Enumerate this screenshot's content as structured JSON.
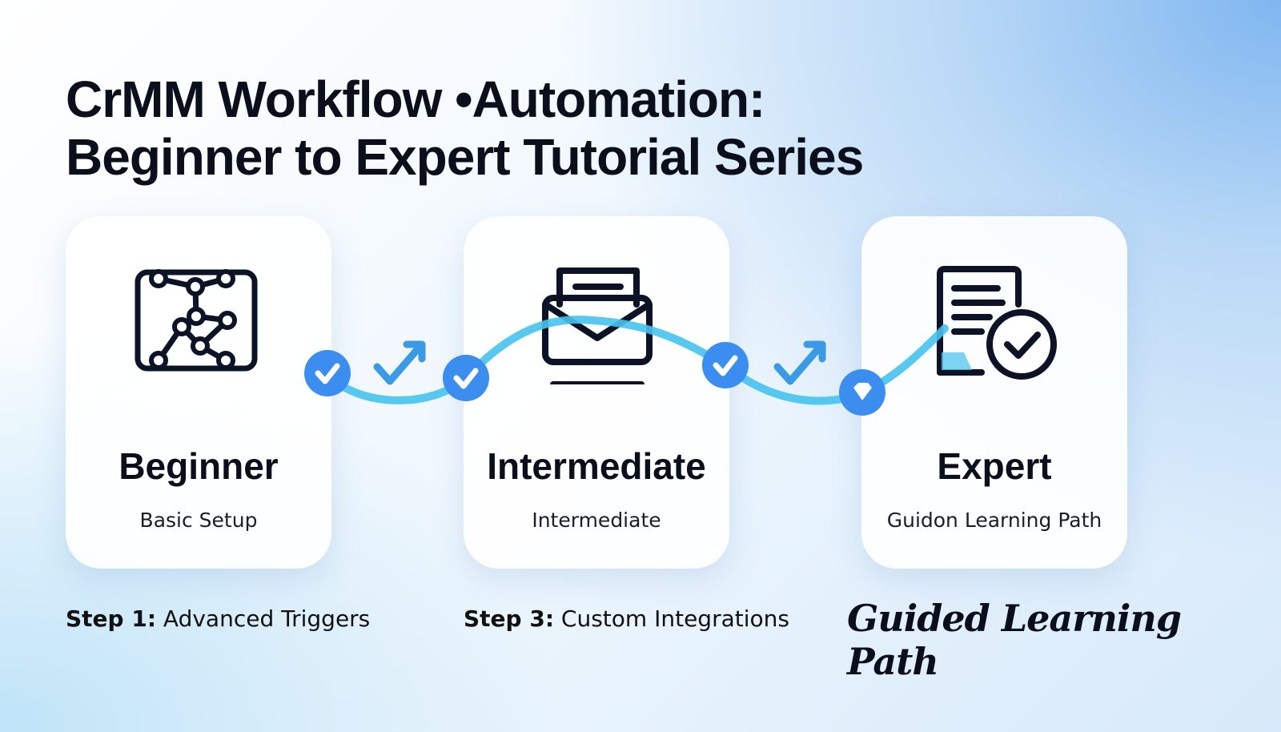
{
  "title": {
    "line1": "CrMM Workflow •Automation:",
    "line2": "Beginner to Expert Tutorial Series"
  },
  "cards": [
    {
      "name": "Beginner",
      "subtitle": "Basic Setup",
      "icon": "workflow-network-icon"
    },
    {
      "name": "Intermediate",
      "subtitle": "Intermediate",
      "icon": "envelope-icon"
    },
    {
      "name": "Expert",
      "subtitle": "Guidon Learning Path",
      "icon": "document-check-icon"
    }
  ],
  "steps": [
    {
      "label": "Step 1:",
      "text": " Advanced Triggers"
    },
    {
      "label": "Step 3:",
      "text": " Custom Integrations"
    }
  ],
  "tagline": "Guided Learning Path",
  "colors": {
    "accent": "#3b8df0",
    "path": "#4cc8f2",
    "text": "#0b0f1c"
  }
}
